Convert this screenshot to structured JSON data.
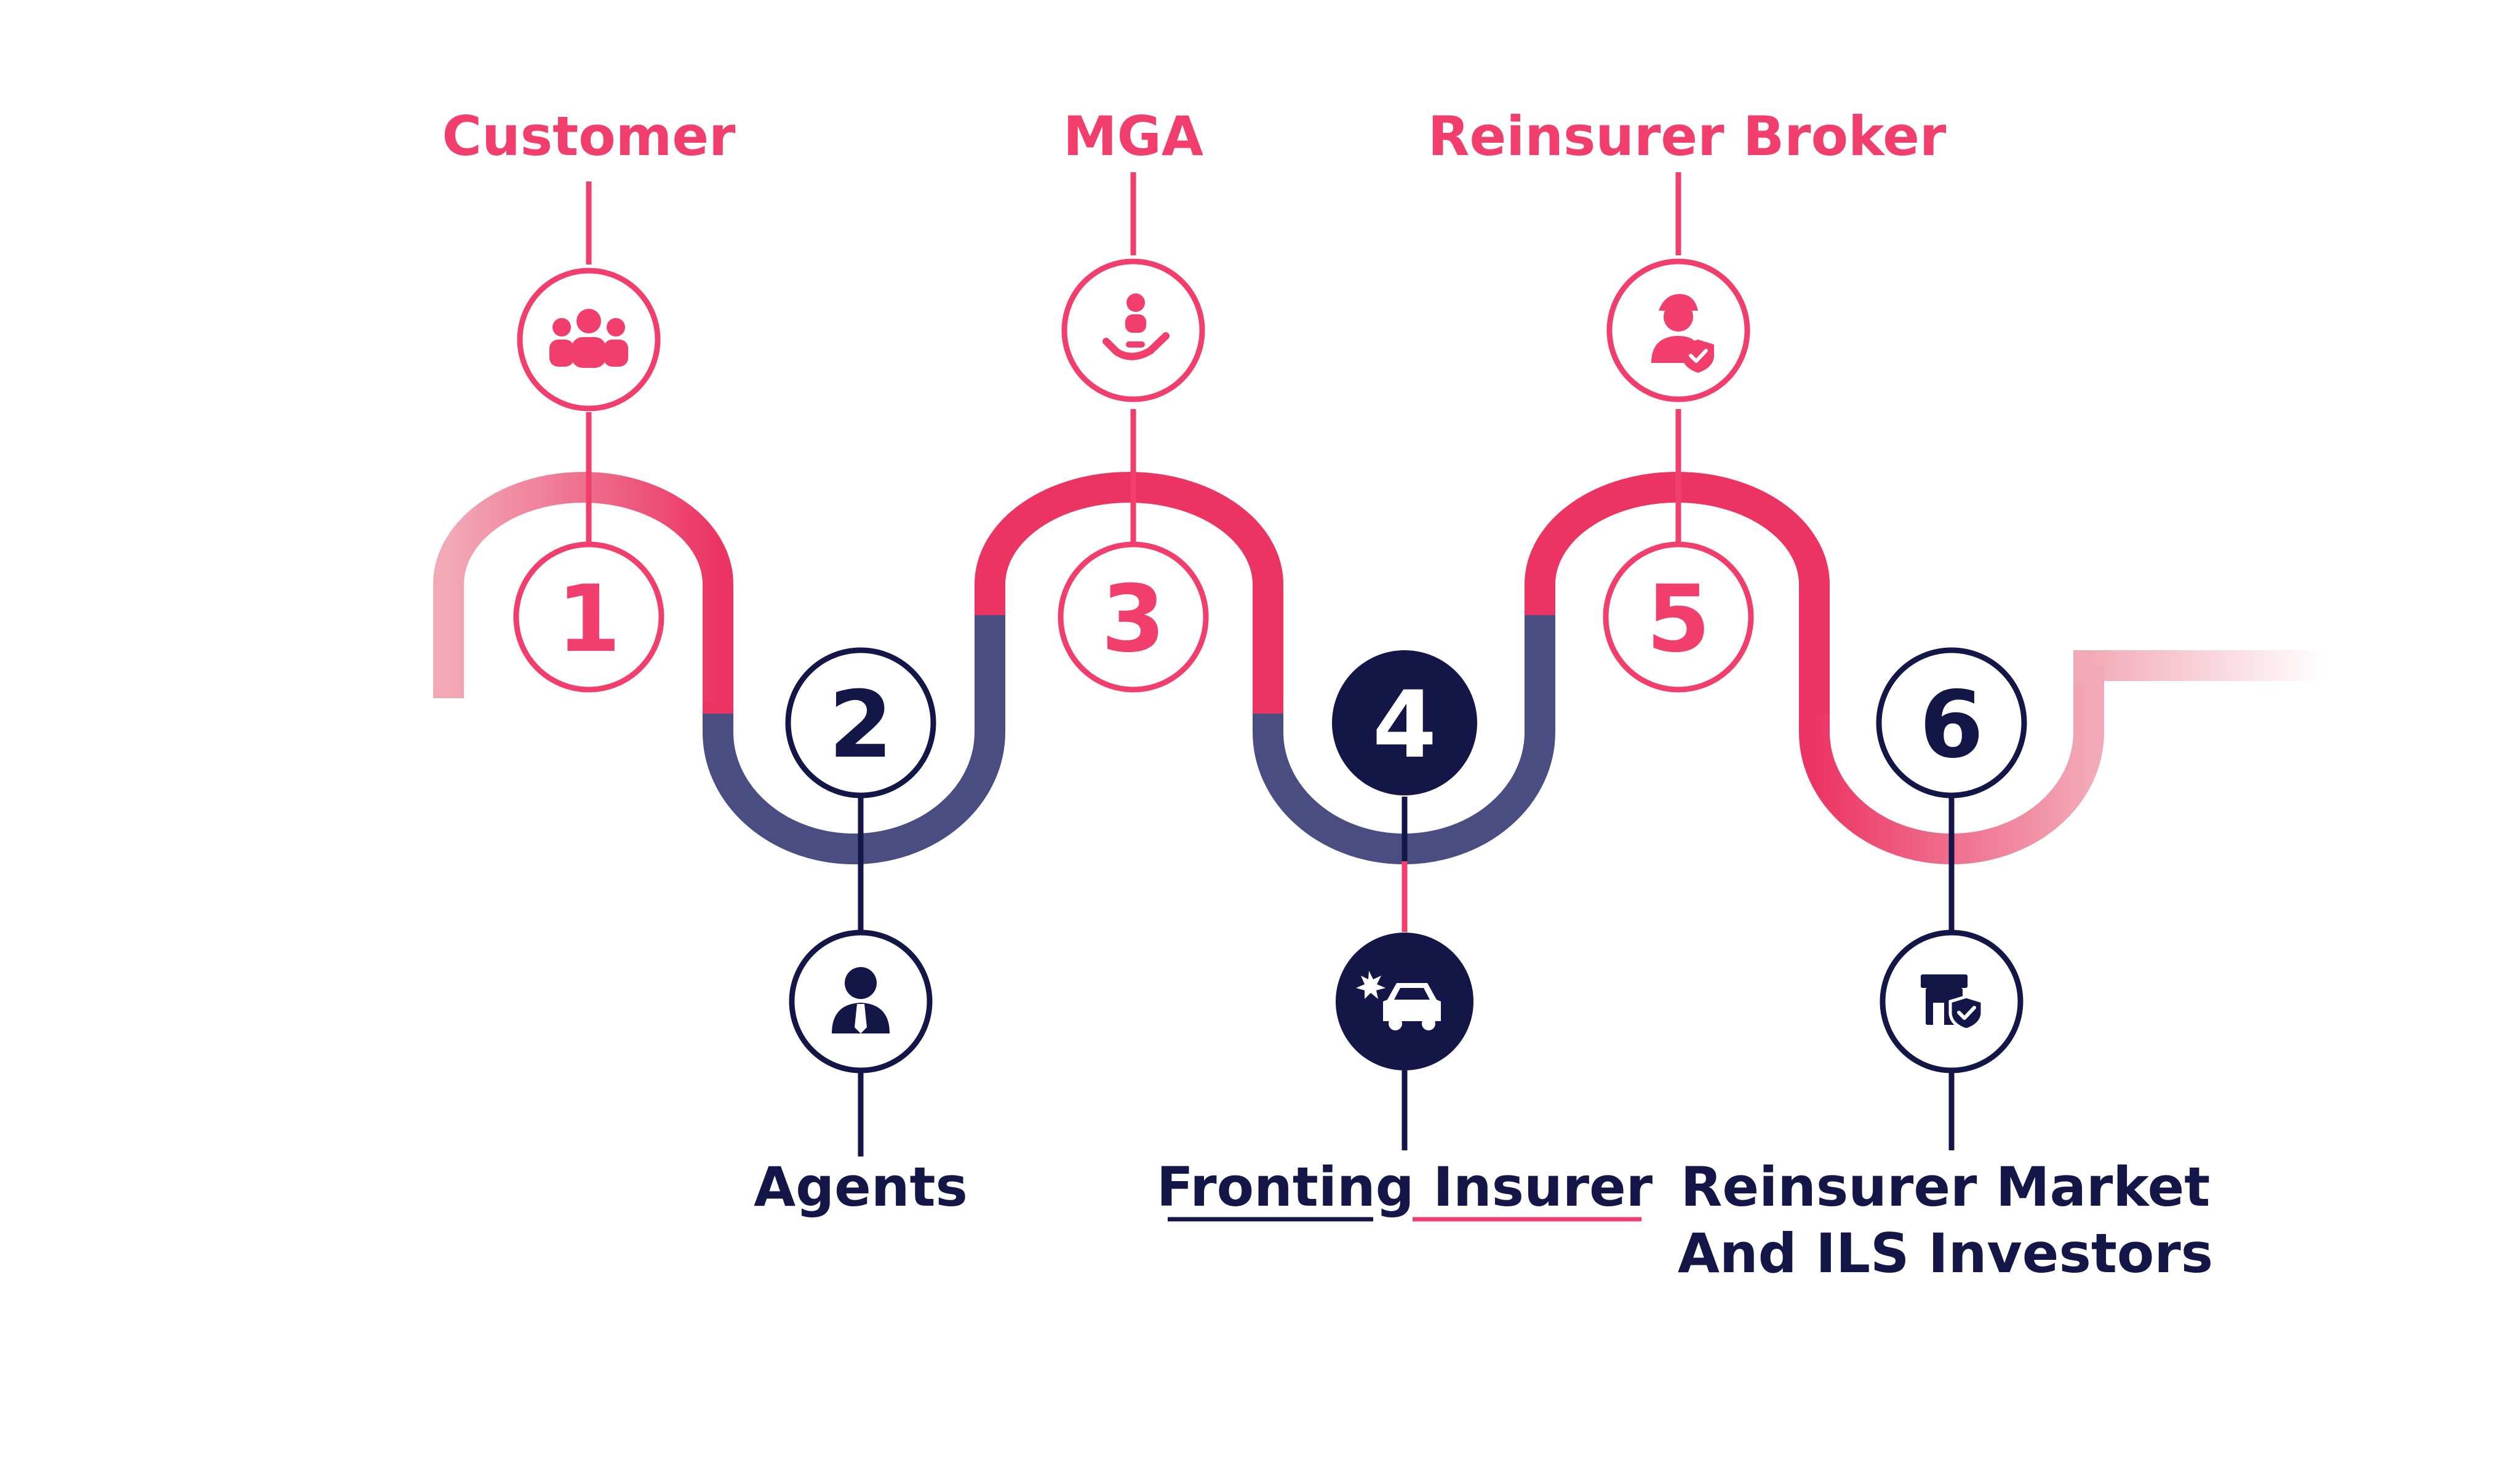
{
  "colors": {
    "pink": "#F23E6C",
    "navy": "#141648",
    "track_pink": "#EC3463",
    "track_navy": "#4A4D82",
    "track_light": "#F2A9B7"
  },
  "steps": [
    {
      "number": "1",
      "label": "Customer",
      "icon": "people-group-icon",
      "emphasis": "pink"
    },
    {
      "number": "2",
      "label": "Agents",
      "icon": "agent-icon",
      "emphasis": "navy"
    },
    {
      "number": "3",
      "label": "MGA",
      "icon": "hand-person-icon",
      "emphasis": "pink"
    },
    {
      "number": "4",
      "label": "Fronting Insurer",
      "icon": "car-crash-icon",
      "emphasis": "navy-filled"
    },
    {
      "number": "5",
      "label": "Reinsurer Broker",
      "icon": "broker-shield-icon",
      "emphasis": "pink"
    },
    {
      "number": "6",
      "label_lines": [
        "Reinsurer Market",
        "And ILS Investors"
      ],
      "icon": "store-shield-icon",
      "emphasis": "navy"
    }
  ]
}
